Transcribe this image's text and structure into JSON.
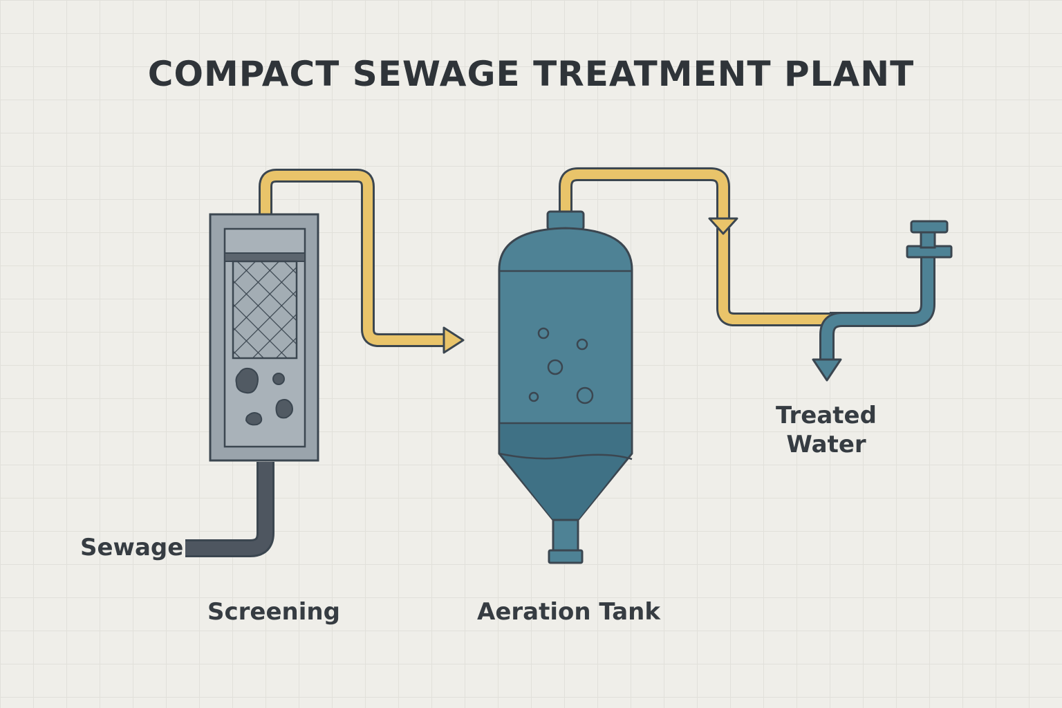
{
  "title": "COMPACT SEWAGE TREATMENT PLANT",
  "labels": {
    "sewage": "Sewage",
    "screening": "Screening",
    "aeration_tank": "Aeration Tank",
    "treated_water_line1": "Treated",
    "treated_water_line2": "Water"
  },
  "colors": {
    "background": "#efeee9",
    "flow_pipe": "#e9c46a",
    "tank": "#4e8295",
    "screening_unit": "#9aa4ac",
    "inlet_pipe": "#4e5660",
    "outline": "#3b4650"
  },
  "icons": [
    "screen-mesh-icon",
    "debris-icon",
    "bubble-icon",
    "valve-icon",
    "flow-arrow-icon"
  ]
}
